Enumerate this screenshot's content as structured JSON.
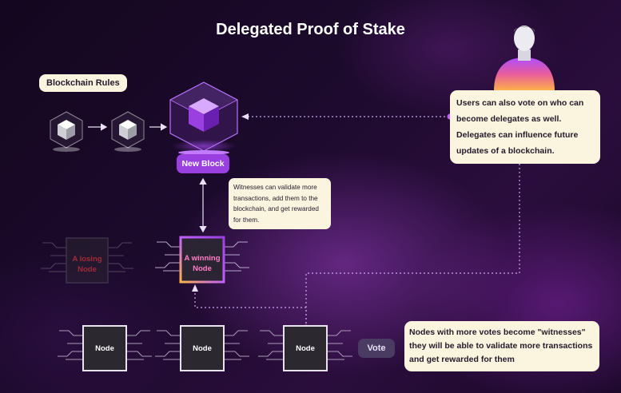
{
  "title": "Delegated Proof of Stake",
  "blockchain_rules_label": "Blockchain Rules",
  "new_block_label": "New Block",
  "users_note": "Users can also vote on who can become delegates as well. Delegates can influence future updates of a blockchain.",
  "witness_note": "Witnesses can validate more transactions, add them to the blockchain, and get rewarded for them.",
  "losing_node_label": "A losing Node",
  "winning_node_label": "A winning Node",
  "node_labels": [
    "Node",
    "Node",
    "Node"
  ],
  "vote_label": "Vote",
  "votes_note": "Nodes with more votes become \"witnesses\" they will be able to validate more transactions and get rewarded for them",
  "colors": {
    "accent_purple": "#9a3fe0",
    "note_background": "#fbf4df",
    "losing_red": "#c0303a",
    "winning_gradient": [
      "#c061ff",
      "#ffb347"
    ],
    "dotted_line": "#c9a6f0"
  },
  "icons": [
    "cube-icon",
    "arrow-icon",
    "person-icon",
    "chip-icon"
  ]
}
